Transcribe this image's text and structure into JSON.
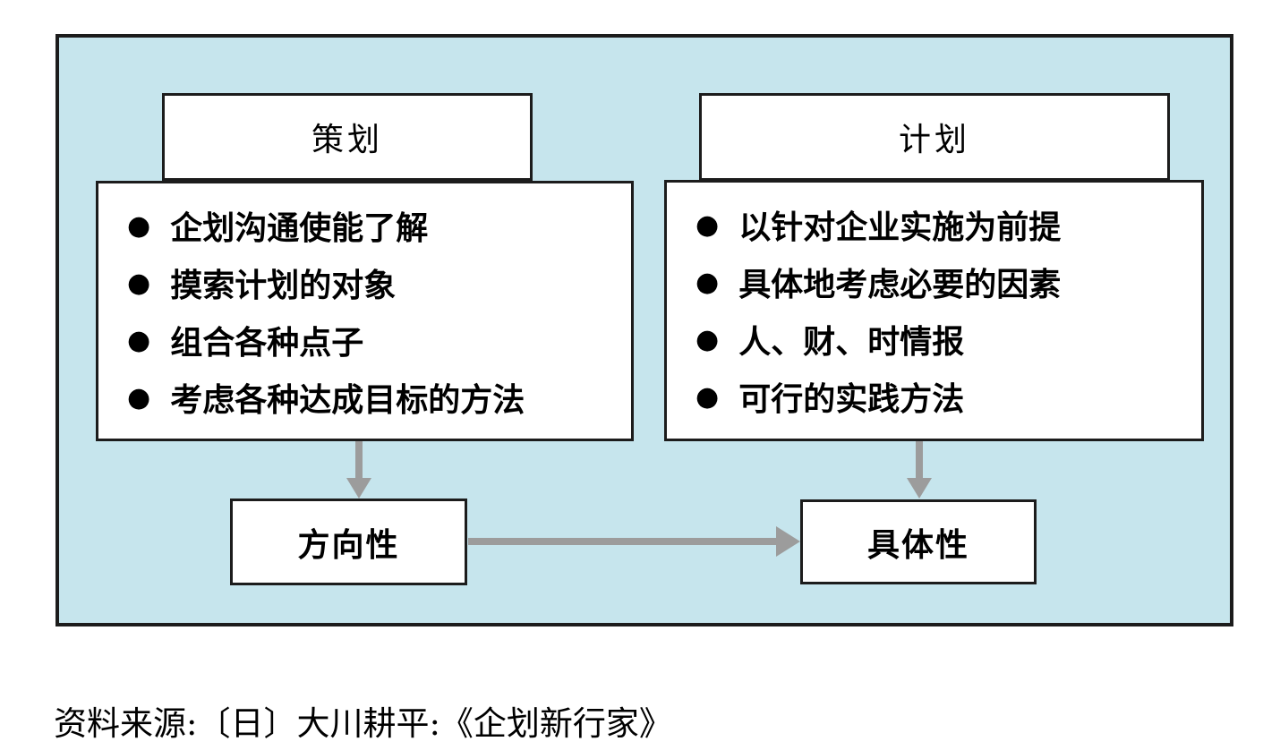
{
  "diagram": {
    "bullet_icon": "●",
    "left": {
      "header": "策划",
      "bullets": [
        "企划沟通使能了解",
        "摸索计划的对象",
        "组合各种点子",
        "考虑各种达成目标的方法"
      ],
      "result": "方向性"
    },
    "right": {
      "header": "计划",
      "bullets": [
        "以针对企业实施为前提",
        "具体地考虑必要的因素",
        "人、财、时情报",
        "可行的实践方法"
      ],
      "result": "具体性"
    },
    "caption": "资料来源:〔日〕大川耕平:《企划新行家》",
    "colors": {
      "panel_background": "#c6e5ed",
      "border": "#1c1c1c",
      "arrow": "#9c9c9c",
      "box_fill": "#ffffff"
    }
  }
}
